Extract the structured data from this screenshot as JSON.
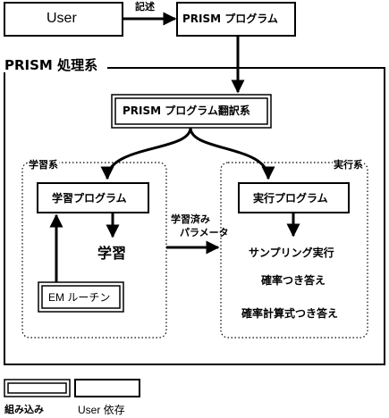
{
  "nodes": {
    "user": "User",
    "prism_program": "PRISM プログラム",
    "prism_system": "PRISM 処理系",
    "translator": "PRISM プログラム翻訳系",
    "learning_system": "学習系",
    "execution_system": "実行系",
    "learning_program": "学習プログラム",
    "execution_program": "実行プログラム",
    "learning": "学習",
    "em_routine": "EM ルーチン",
    "sampling": "サンプリング実行",
    "probability": "確率つき答え",
    "probability_formula": "確率計算式つき答え"
  },
  "edges": {
    "describe": "記述",
    "learned_params_line1": "学習済み",
    "learned_params_line2": "パラメータ"
  },
  "legend": {
    "builtin": "組み込み",
    "user_dependent": "User 依存"
  }
}
